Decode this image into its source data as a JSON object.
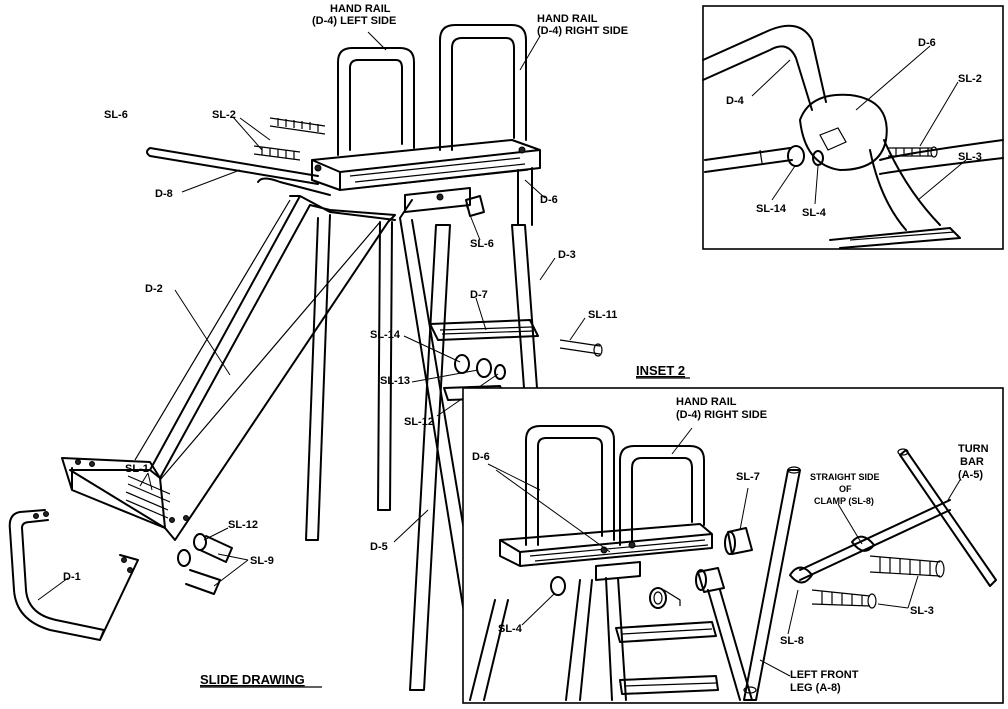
{
  "labels": {
    "hand_rail_left_1": "HAND RAIL",
    "hand_rail_left_2": "(D-4) LEFT SIDE",
    "hand_rail_right_1": "HAND RAIL",
    "hand_rail_right_2": "(D-4) RIGHT SIDE",
    "sl6_top": "SL-6",
    "sl2_main": "SL-2",
    "d8": "D-8",
    "d6_main": "D-6",
    "sl6_mid": "SL-6",
    "d3": "D-3",
    "d2": "D-2",
    "d7": "D-7",
    "sl11": "SL-11",
    "sl14_main": "SL-14",
    "sl13": "SL-13",
    "sl12_main": "SL-12",
    "sl1": "SL-1",
    "sl12_low": "SL-12",
    "sl9": "SL-9",
    "d1": "D-1",
    "d5": "D-5",
    "slide_drawing": "SLIDE DRAWING"
  },
  "inset1": {
    "d4": "D-4",
    "d6": "D-6",
    "sl2": "SL-2",
    "sl3": "SL-3",
    "sl14": "SL-14",
    "sl4": "SL-4"
  },
  "inset2": {
    "title": "INSET 2",
    "hand_rail_1": "HAND RAIL",
    "hand_rail_2": "(D-4) RIGHT SIDE",
    "d6": "D-6",
    "sl7": "SL-7",
    "straight_1": "STRAIGHT SIDE",
    "straight_2": "OF",
    "straight_3": "CLAMP (SL-8)",
    "turn_1": "TURN",
    "turn_2": "BAR",
    "turn_3": "(A-5)",
    "sl4": "SL-4",
    "sl8": "SL-8",
    "sl3": "SL-3",
    "left_front_1": "LEFT FRONT",
    "left_front_2": "LEG (A-8)"
  }
}
